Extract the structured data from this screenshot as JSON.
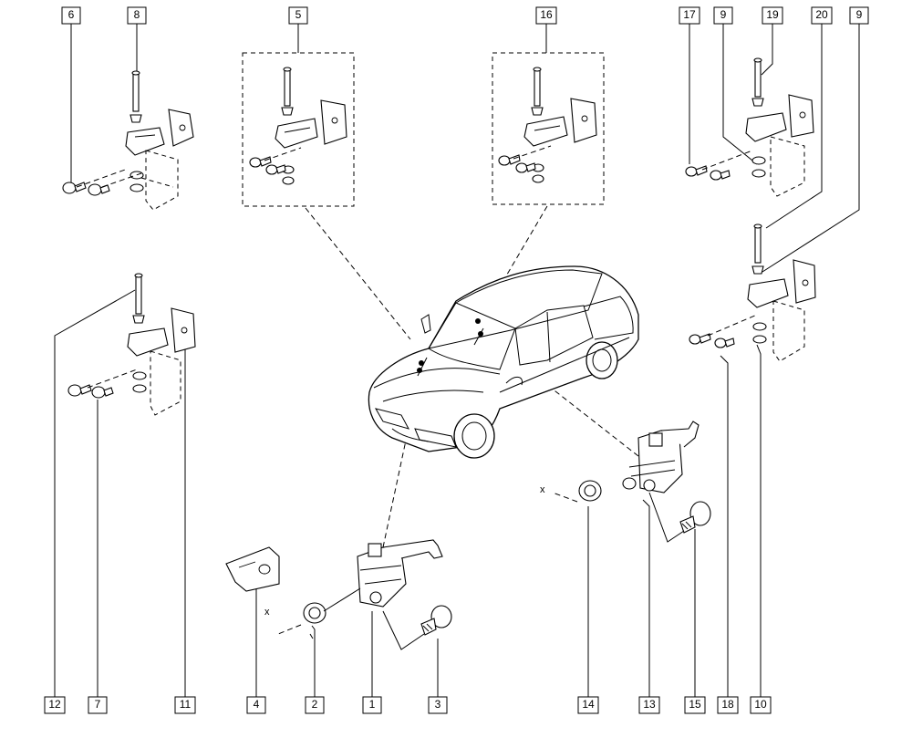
{
  "callouts": {
    "c6": "6",
    "c8": "8",
    "c5": "5",
    "c16": "16",
    "c17": "17",
    "c9a": "9",
    "c19": "19",
    "c20": "20",
    "c9b": "9",
    "c12": "12",
    "c7": "7",
    "c11": "11",
    "c4": "4",
    "c2": "2",
    "c1": "1",
    "c3": "3",
    "c14": "14",
    "c13": "13",
    "c15": "15",
    "c18": "18",
    "c10": "10"
  },
  "marks": {
    "x_left": "x",
    "x_right": "x"
  },
  "icons": {
    "car": "car-icon",
    "hinge": "hinge-icon",
    "door_check": "door-check-icon",
    "bolt": "bolt-icon",
    "nut": "nut-icon",
    "pin": "pin-icon",
    "bracket": "bracket-icon"
  }
}
